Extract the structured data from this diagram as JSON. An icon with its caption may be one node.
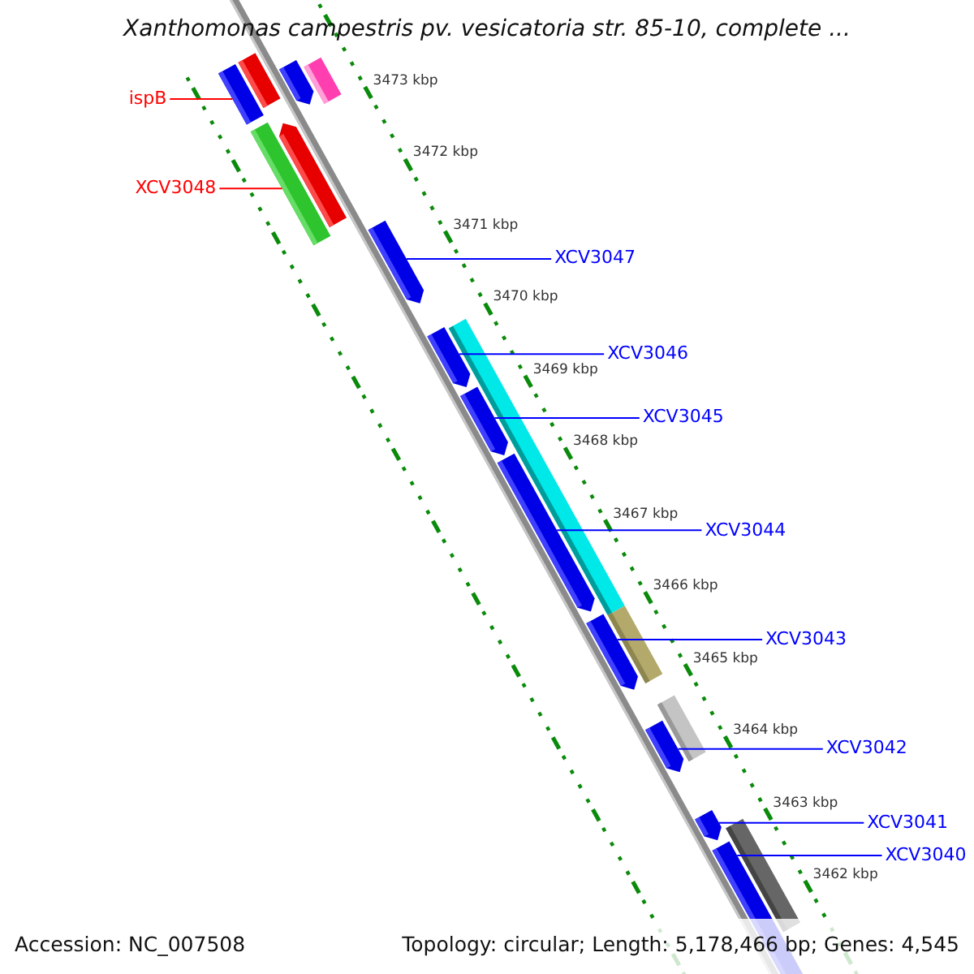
{
  "diagram": {
    "title": "Xanthomonas campestris pv. vesicatoria str. 85-10, complete ...",
    "nodes": [
      {
        "text": [
          "ispB"
        ]
      },
      {
        "text": [],
        "shape": "bar"
      },
      {
        "text": [
          "XCV3048"
        ]
      },
      {
        "text": [],
        "shape": "bar"
      },
      {
        "text": [
          "XCV3047"
        ]
      },
      {
        "text": [],
        "shape": "bar"
      },
      {
        "text": [
          "XCV3046"
        ]
      },
      {
        "text": [],
        "shape": "bar"
      },
      {
        "text": [
          "XCV3045"
        ]
      },
      {
        "text": [],
        "shape": "bar"
      },
      {
        "text": [
          "XCV3044"
        ]
      },
      {
        "text": [],
        "shape": "bar"
      },
      {
        "text": [
          "XCV3043"
        ]
      },
      {
        "text": [],
        "shape": "bar"
      },
      {
        "text": [
          "XCV3042"
        ]
      },
      {
        "text": [],
        "shape": "bar"
      },
      {
        "text": [
          "XCV3041"
        ]
      },
      {
        "text": [],
        "shape": "bar"
      },
      {
        "text": [
          "XCV3040"
        ]
      },
      {
        "text": [],
        "shape": "bar"
      },
      {
        "text": [],
        "shape": "bar"
      },
      {
        "text": [],
        "shape": "bar"
      },
      {
        "text": [],
        "shape": "bar"
      },
      {
        "text": [],
        "shape": "bar"
      },
      {
        "text": [],
        "shape": "bar"
      },
      {
        "text": [],
        "shape": "bar"
      },
      {
        "text": [],
        "shape": "bar"
      },
      {
        "text": [],
        "shape": "bar"
      }
    ],
    "edges": [
      {
        "from": 0,
        "to": 1,
        "arrow": "none",
        "color": "#ff0000"
      },
      {
        "from": 2,
        "to": 3,
        "arrow": "none",
        "color": "#ff0000"
      },
      {
        "from": 4,
        "to": 5,
        "arrow": "none"
      },
      {
        "from": 6,
        "to": 7,
        "arrow": "none"
      },
      {
        "from": 8,
        "to": 9,
        "arrow": "none"
      },
      {
        "from": 10,
        "to": 11,
        "arrow": "none"
      },
      {
        "from": 12,
        "to": 13,
        "arrow": "none"
      },
      {
        "from": 14,
        "to": 15,
        "arrow": "none"
      },
      {
        "from": 16,
        "to": 17,
        "arrow": "none"
      },
      {
        "from": 18,
        "to": 19,
        "arrow": "none"
      }
    ],
    "labels": [
      "3473 kbp",
      "3472 kbp",
      "3471 kbp",
      "3470 kbp",
      "3469 kbp",
      "3468 kbp",
      "3467 kbp",
      "3466 kbp",
      "3465 kbp",
      "3464 kbp",
      "3463 kbp",
      "3462 kbp",
      "Accession: NC_007508",
      "Topology: circular; Length: 5,178,466 bp; Genes: 4,545"
    ]
  }
}
